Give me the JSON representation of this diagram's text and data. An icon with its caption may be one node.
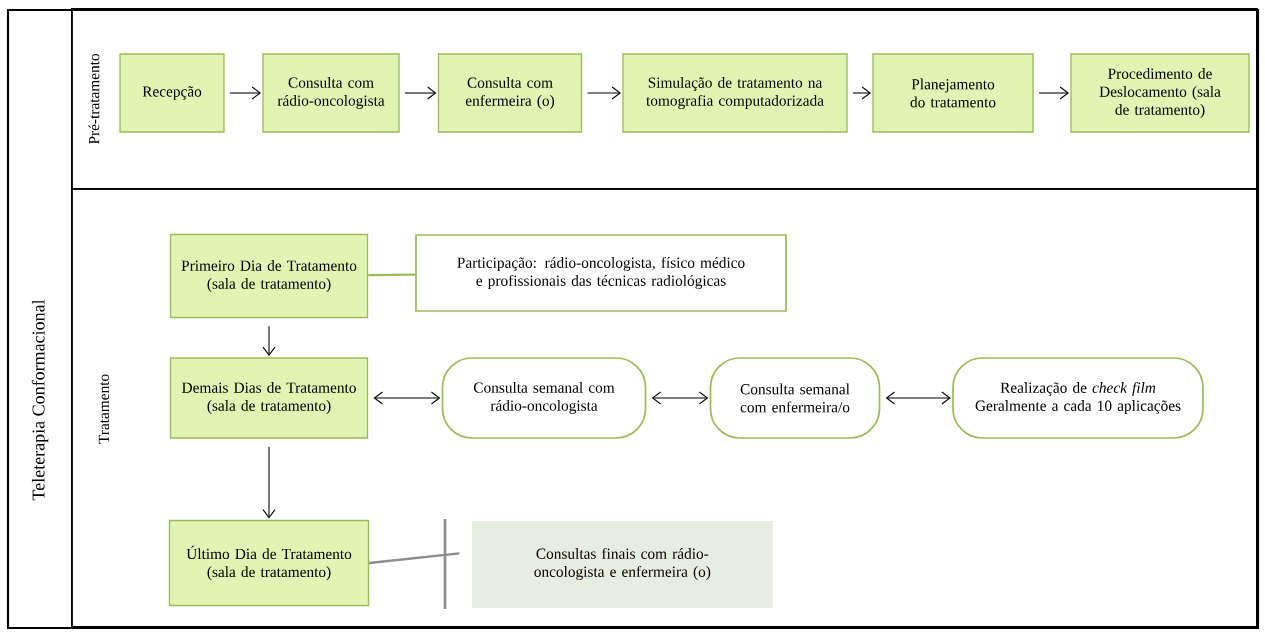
{
  "diagram": {
    "nodes": [
      {
        "text": [
          "Teleterapia Conformacional"
        ]
      },
      {
        "text": [
          "Pré-tratamento"
        ],
        "in": 0
      },
      {
        "text": [
          "Recepção"
        ],
        "in": 1
      },
      {
        "text": [
          "Consulta com rádio-oncologista"
        ],
        "in": 1
      },
      {
        "text": [
          "Consulta com enfermeira (o)"
        ],
        "in": 1
      },
      {
        "text": [
          "Simulação de tratamento na tomografia computadorizada"
        ],
        "in": 1
      },
      {
        "text": [
          "Planejamento do tratamento"
        ],
        "in": 1
      },
      {
        "text": [
          "Procedimento de Deslocamento (sala de tratamento)"
        ],
        "in": 1
      },
      {
        "text": [
          "Tratamento"
        ],
        "in": 0
      },
      {
        "text": [
          "Primeiro Dia de Tratamento (sala de tratamento)"
        ],
        "in": 8
      },
      {
        "text": [
          "Participação: rádio-oncologista, físico médico e profissionais das técnicas radiológicas"
        ],
        "in": 8
      },
      {
        "text": [
          "Demais Dias de Tratamento (sala de tratamento)"
        ],
        "in": 8
      },
      {
        "text": [
          "Consulta semanal com rádio-oncologista"
        ],
        "in": 8
      },
      {
        "text": [
          "Consulta semanal com enfermeira/o"
        ],
        "in": 8
      },
      {
        "text": [
          "Realização de *check film* Geralmente a cada 10 aplicações"
        ],
        "in": 8
      },
      {
        "text": [
          "Último Dia de Tratamento (sala de tratamento)"
        ],
        "in": 8
      },
      {
        "text": [
          "Consultas finais com rádio-oncologista e enfermeira (o)"
        ],
        "in": 8
      }
    ],
    "edges": [
      {
        "from": 2,
        "to": 3,
        "arrow": "to"
      },
      {
        "from": 3,
        "to": 4,
        "arrow": "to"
      },
      {
        "from": 4,
        "to": 5,
        "arrow": "to"
      },
      {
        "from": 5,
        "to": 6,
        "arrow": "to"
      },
      {
        "from": 6,
        "to": 7,
        "arrow": "to"
      },
      {
        "from": 9,
        "to": 10,
        "arrow": "none",
        "color": "#9bbb59"
      },
      {
        "from": 9,
        "to": 11,
        "arrow": "to"
      },
      {
        "from": 11,
        "to": 12,
        "arrow": "both"
      },
      {
        "from": 12,
        "to": 13,
        "arrow": "both"
      },
      {
        "from": 13,
        "to": 14,
        "arrow": "both"
      },
      {
        "from": 11,
        "to": 15,
        "arrow": "to"
      },
      {
        "from": 15,
        "to": 16,
        "arrow": "none",
        "color": "#8c8c8c"
      }
    ]
  }
}
